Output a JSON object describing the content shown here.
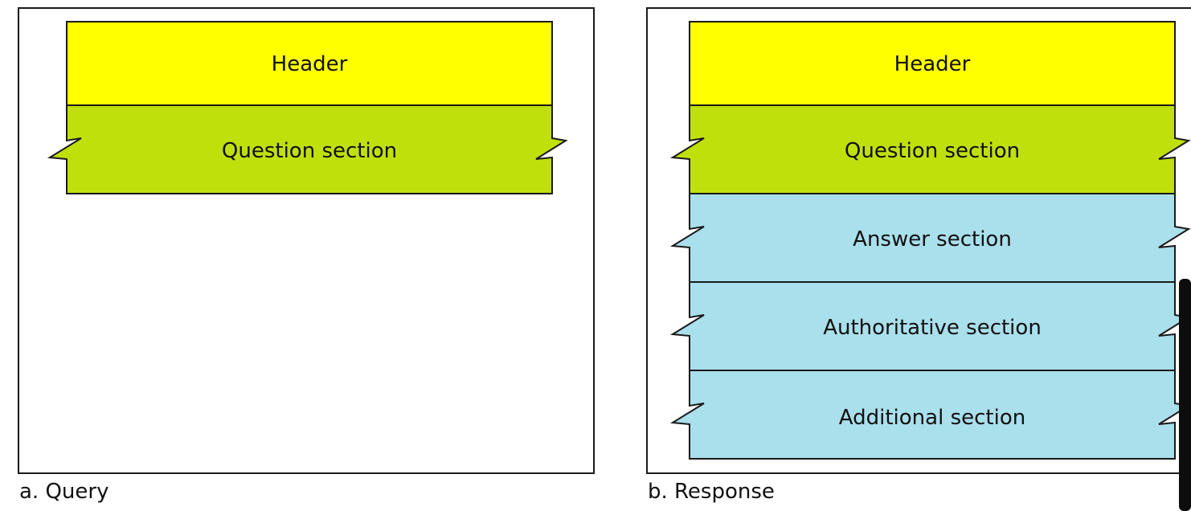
{
  "query": {
    "caption": "a. Query",
    "sections": [
      {
        "label": "Header",
        "color": "#ffff00"
      },
      {
        "label": "Question section",
        "color": "#c0e00c"
      }
    ]
  },
  "response": {
    "caption": "b. Response",
    "sections": [
      {
        "label": "Header",
        "color": "#ffff00"
      },
      {
        "label": "Question section",
        "color": "#c0e00c"
      },
      {
        "label": "Answer section",
        "color": "#aadfec"
      },
      {
        "label": "Authoritative section",
        "color": "#aadfec"
      },
      {
        "label": "Additional section",
        "color": "#aadfec"
      }
    ]
  }
}
